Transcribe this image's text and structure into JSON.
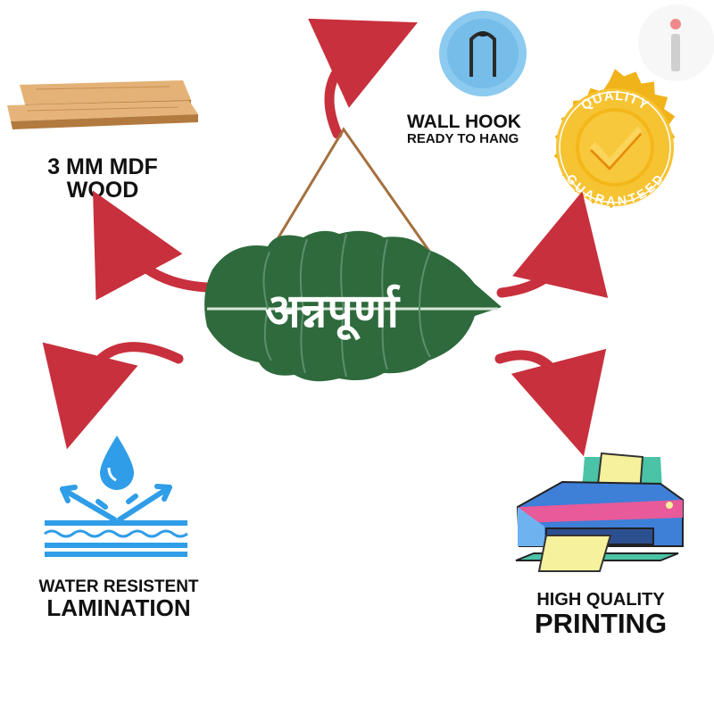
{
  "colors": {
    "arrow": "#c8303d",
    "leaf": "#2e6b3c",
    "leaf_dark": "#1f4f2c",
    "wood_light": "#e0ac6c",
    "wood_dark": "#b77d40",
    "hook_blue": "#7fc2ec",
    "water_blue": "#2f9de8",
    "badge_gold": "#f2b416",
    "badge_dark": "#d98f08",
    "printer_pink": "#e6679b",
    "printer_blue": "#3d7fd9",
    "paper": "#f8f4a8"
  },
  "sign": {
    "text": "अन्नपूर्णा"
  },
  "features": {
    "wood": {
      "line1": "3 MM MDF",
      "line2": "WOOD",
      "icon": "wood-planks-icon"
    },
    "hook": {
      "line1": "WALL HOOK",
      "line2": "READY TO HANG",
      "icon": "wall-hook-icon"
    },
    "quality": {
      "ring_top": "QUALITY",
      "ring_bottom": "GUARANTEED",
      "icon": "quality-badge-icon"
    },
    "water": {
      "line1": "WATER RESISTENT",
      "line2": "LAMINATION",
      "icon": "water-resistant-icon"
    },
    "printing": {
      "line1": "HIGH QUALITY",
      "line2": "PRINTING",
      "icon": "printer-icon"
    }
  },
  "info_icon": "info-icon"
}
